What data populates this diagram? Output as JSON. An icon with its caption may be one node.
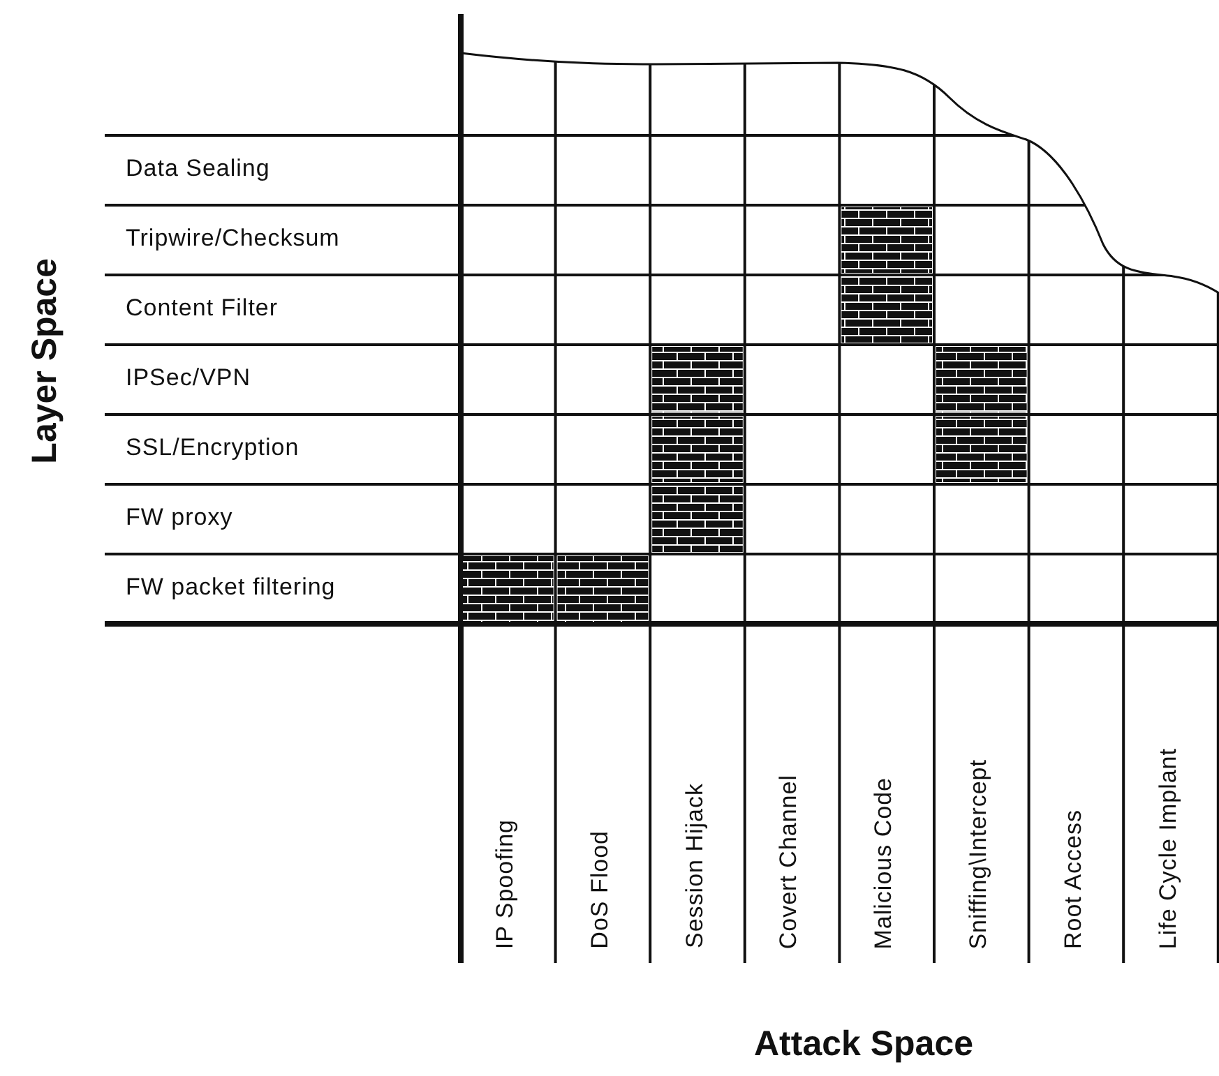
{
  "diagram": {
    "labels": [
      "Layer Space",
      "Data Sealing",
      "Tripwire/Checksum",
      "Content Filter",
      "IPSec/VPN",
      "SSL/Encryption",
      "FW proxy",
      "FW packet filtering",
      "IP Spoofing",
      "DoS Flood",
      "Session Hijack",
      "Covert Channel",
      "Malicious Code",
      "Sniffing\\Intercept",
      "Root Access",
      "Life Cycle Implant",
      "Attack Space"
    ]
  }
}
